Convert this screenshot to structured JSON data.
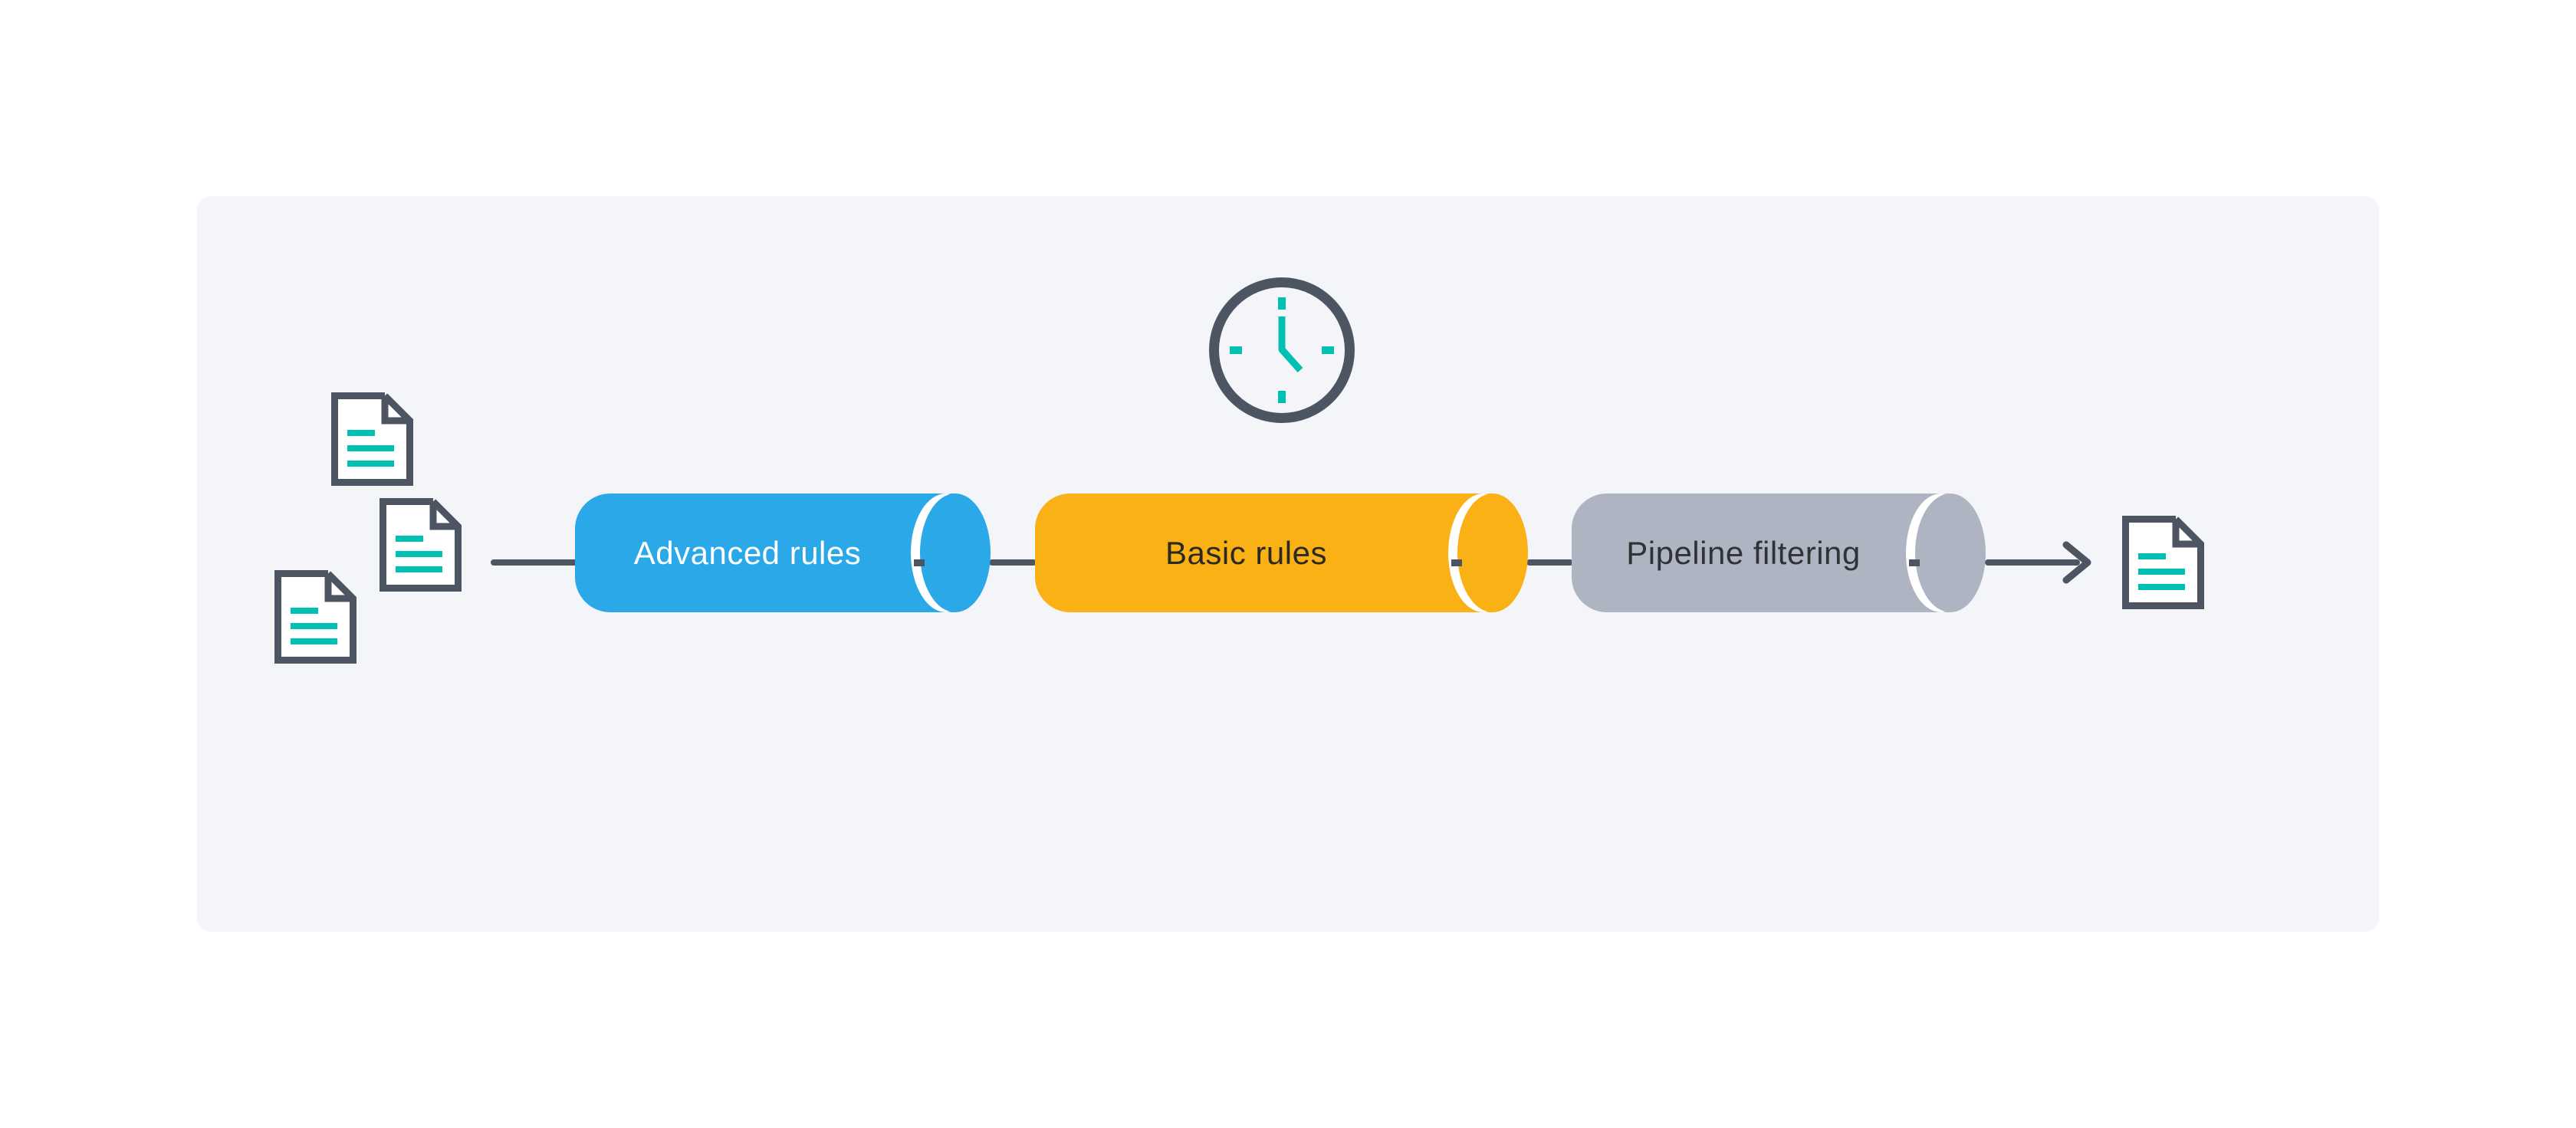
{
  "colors": {
    "page-bg": "#FFFFFF",
    "panel-bg": "#F4F5F9",
    "stroke": "#4D5562",
    "teal": "#00BFB3",
    "white": "#FFFFFF"
  },
  "diagram": {
    "stages": [
      {
        "label": "Advanced rules",
        "color": "#2AA8E8",
        "label_color": "#FFFFFF"
      },
      {
        "label": "Basic rules",
        "color": "#FAB116",
        "label_color": "#2A2A23"
      },
      {
        "label": "Pipeline filtering",
        "color": "#AEB4C2",
        "label_color": "#2F3237"
      }
    ],
    "input_documents": 3,
    "output_documents": 1,
    "icons": {
      "timer": "clock-icon",
      "document": "document-icon",
      "flow": "arrow-right-icon"
    }
  }
}
